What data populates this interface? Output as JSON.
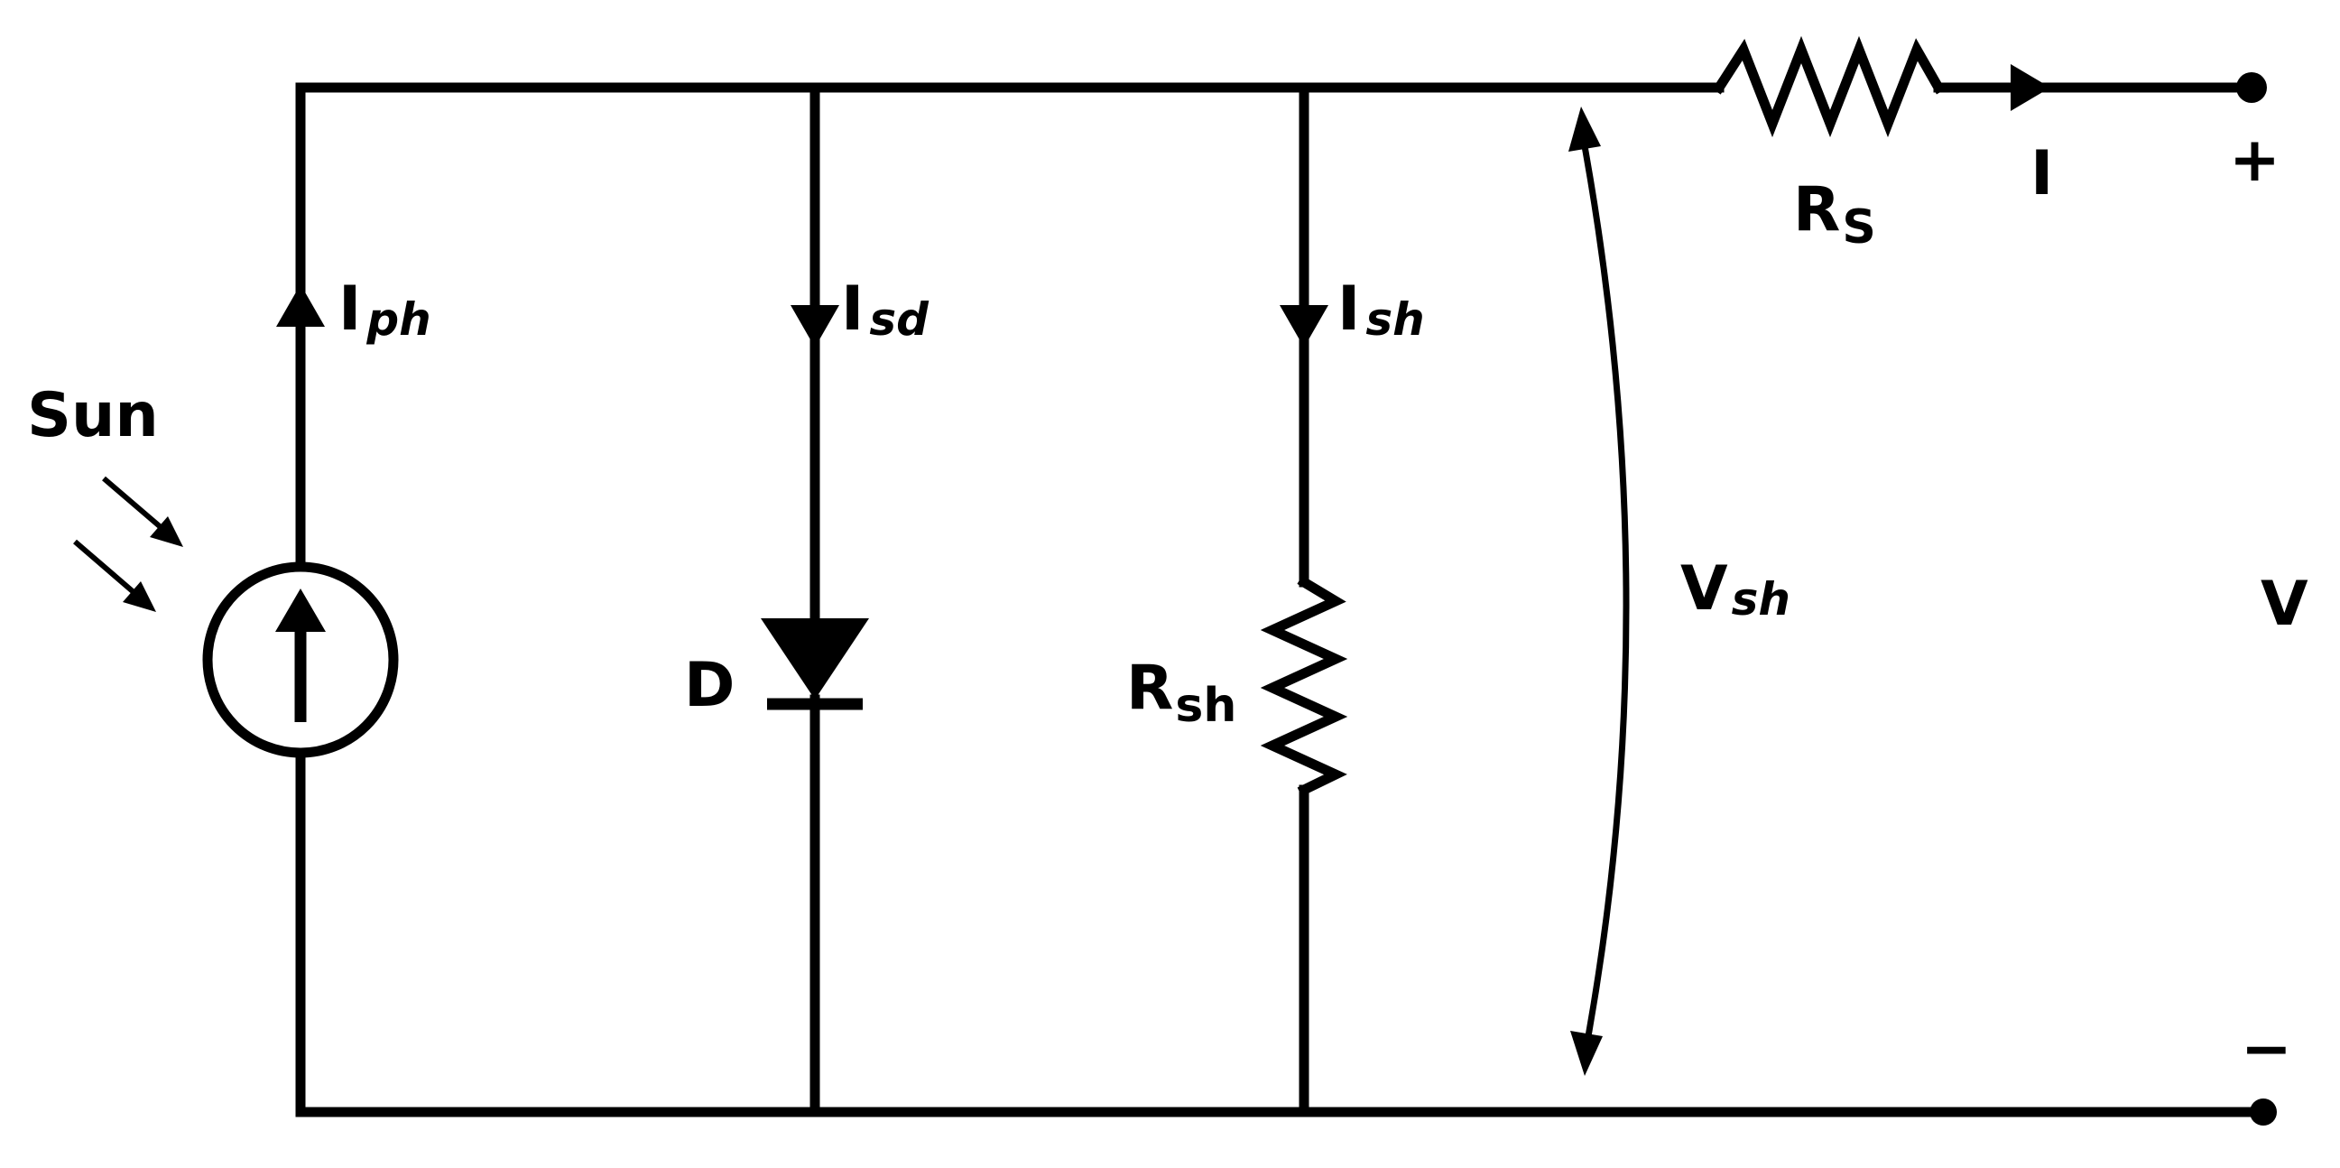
{
  "diagram": {
    "sun_label": "Sun",
    "source_current": {
      "main": "I",
      "sub": "ph"
    },
    "diode_current": {
      "main": "I",
      "sub": "sd"
    },
    "shunt_current": {
      "main": "I",
      "sub": "sh"
    },
    "diode_label": "D",
    "shunt_resistor": {
      "main": "R",
      "sub": "sh"
    },
    "series_resistor": {
      "main": "R",
      "sub": "S"
    },
    "output_current": "I",
    "shunt_voltage": {
      "main": "V",
      "sub": "sh"
    },
    "output_voltage": "V",
    "plus_terminal": "+",
    "minus_terminal": "−",
    "colors": {
      "stroke": "#000000",
      "background": "#ffffff"
    }
  }
}
